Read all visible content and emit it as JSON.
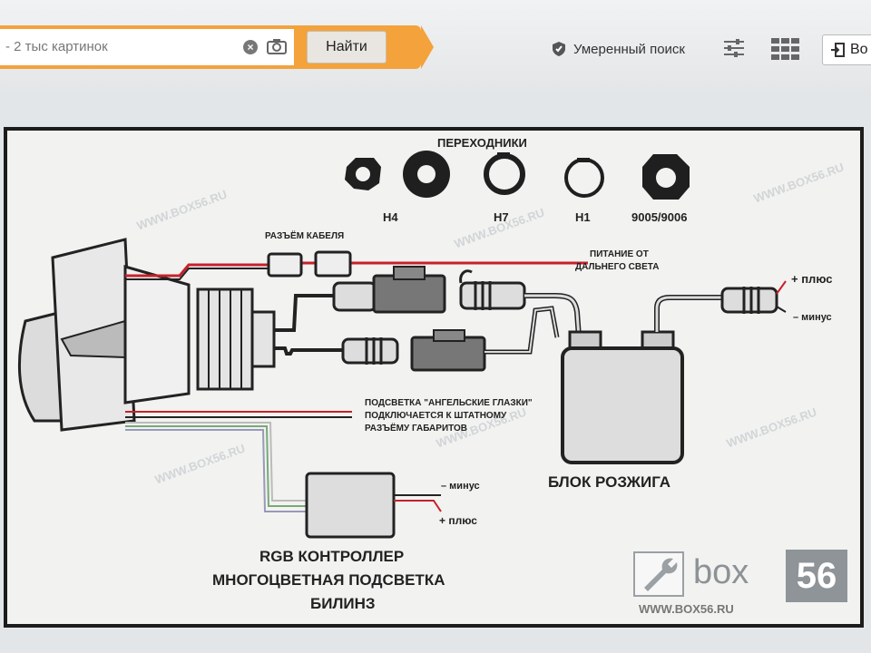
{
  "search": {
    "value": "- 2 тыс картинок",
    "find_label": "Найти"
  },
  "toolbar": {
    "safe_search_label": "Умеренный поиск",
    "login_label": "Во"
  },
  "diagram": {
    "adapters_title": "ПЕРЕХОДНИКИ",
    "adapters": [
      "H4",
      "H7",
      "H1",
      "9005/9006"
    ],
    "cable_connector": "РАЗЪЁМ КАБЕЛЯ",
    "high_beam_power": [
      "ПИТАНИЕ ОТ",
      "ДАЛЬНЕГО СВЕТА"
    ],
    "plus_label": "+ плюс",
    "minus_label": "– минус",
    "angel_eyes": [
      "ПОДСВЕТКА \"АНГЕЛЬСКИЕ ГЛАЗКИ\"",
      "ПОДКЛЮЧАЕТСЯ К ШТАТНОМУ",
      "РАЗЪЁМУ ГАБАРИТОВ"
    ],
    "ignition_block": "БЛОК РОЗЖИГА",
    "controller_minus": "– минус",
    "controller_plus": "+ плюс",
    "rgb_caption": [
      "RGB КОНТРОЛЛЕР",
      "МНОГОЦВЕТНАЯ ПОДСВЕТКА",
      "БИЛИНЗ"
    ],
    "watermark": "WWW.BOX56.RU"
  },
  "logo": {
    "word": "box",
    "number": "56",
    "url": "WWW.BOX56.RU"
  },
  "colors": {
    "accent": "#f3a23c",
    "wire_red": "#c8202a",
    "plus_red": "#d42a2a"
  }
}
